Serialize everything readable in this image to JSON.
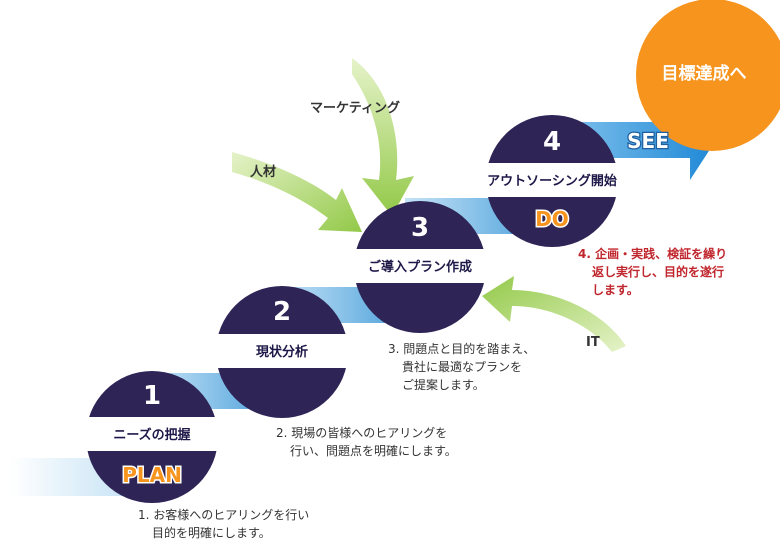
{
  "steps": [
    {
      "number": "1",
      "label": "ニーズの把握",
      "phase": "PLAN"
    },
    {
      "number": "2",
      "label": "現状分析"
    },
    {
      "number": "3",
      "label": "ご導入プラン作成"
    },
    {
      "number": "4",
      "label": "アウトソーシング開始",
      "phase": "DO"
    }
  ],
  "see_label": "SEE",
  "goal": "目標達成へ",
  "inputs": {
    "marketing": "マーケティング",
    "people": "人材",
    "it": "IT"
  },
  "descriptions": {
    "d1": [
      "1. お客様へのヒアリングを行い",
      "目的を明確にします。"
    ],
    "d2": [
      "2. 現場の皆様へのヒアリングを",
      "行い、問題点を明確にします。"
    ],
    "d3": [
      "3. 問題点と目的を踏まえ、",
      "貴社に最適なプランを",
      "ご提案します。"
    ],
    "d4": [
      "4. 企画・実践、検証を繰り",
      "返し実行し、目的を遂行",
      "します。"
    ]
  },
  "colors": {
    "navy": "#2e2456",
    "blue_band": "#4a9fdc",
    "orange": "#f7941e",
    "green": "#8dc63f",
    "red_text": "#c0262d"
  }
}
